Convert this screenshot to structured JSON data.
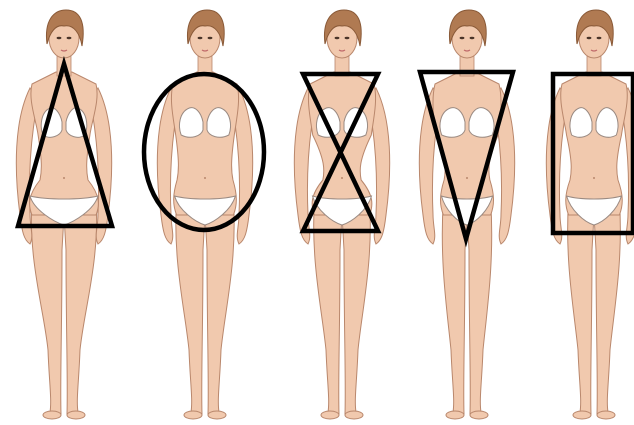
{
  "figures": [
    {
      "id": "figure-1",
      "body_type": "triangle",
      "overlay_shape": "triangle-icon",
      "bra_width_scale": 0.92,
      "hip_width_scale": 1.2,
      "waist_scale": 1.0
    },
    {
      "id": "figure-2",
      "body_type": "round",
      "overlay_shape": "ellipse-icon",
      "bra_width_scale": 1.05,
      "hip_width_scale": 1.08,
      "waist_scale": 1.18
    },
    {
      "id": "figure-3",
      "body_type": "hourglass",
      "overlay_shape": "hourglass-icon",
      "bra_width_scale": 1.05,
      "hip_width_scale": 1.05,
      "waist_scale": 0.78
    },
    {
      "id": "figure-4",
      "body_type": "inverted-triangle",
      "overlay_shape": "inverted-triangle-icon",
      "bra_width_scale": 1.12,
      "hip_width_scale": 0.92,
      "waist_scale": 0.95
    },
    {
      "id": "figure-5",
      "body_type": "rectangle",
      "overlay_shape": "rectangle-icon",
      "bra_width_scale": 0.98,
      "hip_width_scale": 0.98,
      "waist_scale": 1.0
    }
  ],
  "colors": {
    "skin": "#f1c9ae",
    "skin_outline": "#b9876c",
    "hair": "#b07a52",
    "hair_dark": "#8a5a38",
    "underwear": "#ffffff",
    "underwear_outline": "#9a8a82",
    "overlay_stroke": "#000000",
    "background": "#ffffff"
  }
}
